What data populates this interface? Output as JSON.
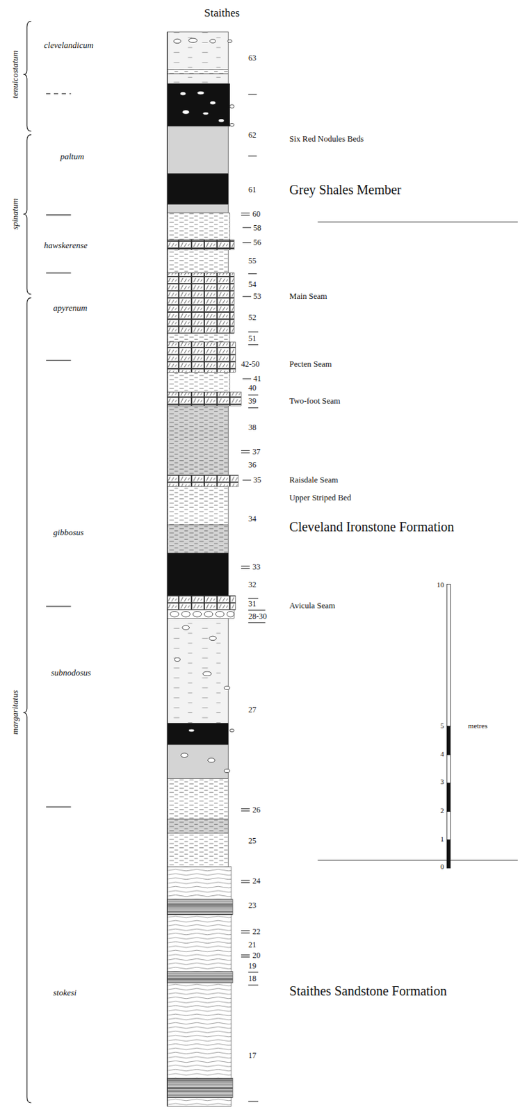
{
  "diagram": {
    "title": "Staithes",
    "labels": [
      "tenuicostatum",
      "spinatum",
      "margaritatus",
      "clevelandicum",
      "paltum",
      "hawskerense",
      "apyrenum",
      "gibbosus",
      "subnodosus",
      "stokesi",
      "63",
      "62",
      "61",
      "60",
      "58",
      "56",
      "55",
      "54",
      "53",
      "52",
      "51",
      "42-50",
      "41",
      "40",
      "39",
      "38",
      "37",
      "36",
      "35",
      "34",
      "33",
      "32",
      "31",
      "28-30",
      "27",
      "26",
      "25",
      "24",
      "23",
      "22",
      "21",
      "20",
      "19",
      "18",
      "17",
      "Six Red Nodules Beds",
      "Grey Shales Member",
      "Main Seam",
      "Pecten Seam",
      "Two-foot Seam",
      "Raisdale Seam",
      "Upper Striped Bed",
      "Cleveland Ironstone Formation",
      "Avicula Seam",
      "Staithes Sandstone Formation",
      "10",
      "5",
      "metres",
      "4",
      "3",
      "2",
      "1",
      "0"
    ]
  }
}
